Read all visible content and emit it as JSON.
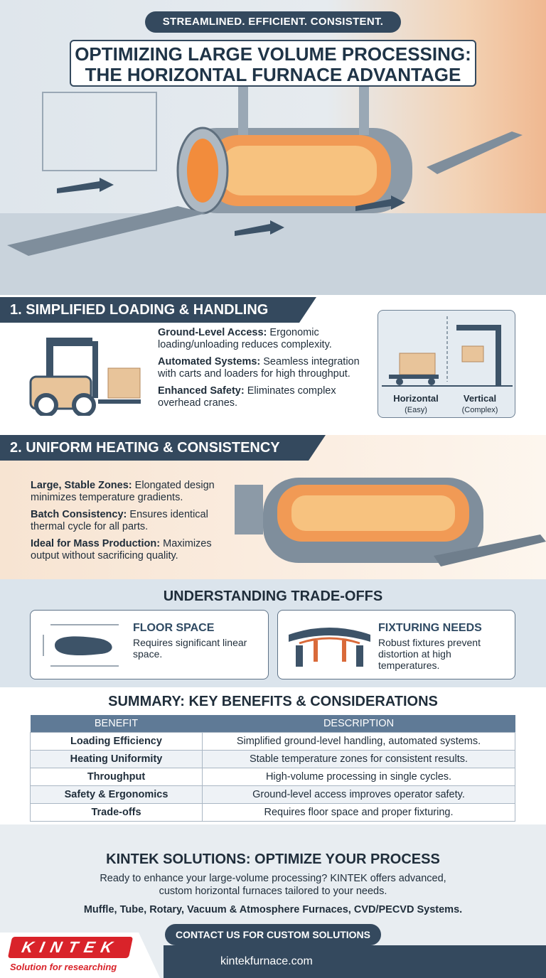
{
  "header": {
    "tagline": "STREAMLINED. EFFICIENT. CONSISTENT.",
    "title_line1": "OPTIMIZING LARGE VOLUME PROCESSING:",
    "title_line2": "THE HORIZONTAL FURNACE ADVANTAGE"
  },
  "section1": {
    "title": "1. SIMPLIFIED LOADING & HANDLING",
    "points": [
      {
        "label": "Ground-Level Access:",
        "text": " Ergonomic loading/unloading reduces complexity."
      },
      {
        "label": "Automated Systems:",
        "text": " Seamless integration with carts and loaders for high throughput."
      },
      {
        "label": "Enhanced Safety:",
        "text": " Eliminates complex overhead cranes."
      }
    ],
    "compare": {
      "left_label": "Horizontal",
      "left_sub": "(Easy)",
      "right_label": "Vertical",
      "right_sub": "(Complex)"
    }
  },
  "section2": {
    "title": "2. UNIFORM HEATING & CONSISTENCY",
    "points": [
      {
        "label": "Large, Stable Zones:",
        "text": " Elongated design minimizes temperature gradients."
      },
      {
        "label": "Batch Consistency:",
        "text": " Ensures identical thermal cycle for all parts."
      },
      {
        "label": "Ideal for Mass Production:",
        "text": " Maximizes output without sacrificing quality."
      }
    ]
  },
  "tradeoffs": {
    "title": "UNDERSTANDING TRADE-OFFS",
    "cards": [
      {
        "title": "FLOOR SPACE",
        "text": "Requires significant linear space.",
        "icon": "footprint-dimension-icon"
      },
      {
        "title": "FIXTURING NEEDS",
        "text": "Robust fixtures prevent distortion at high temperatures.",
        "icon": "bending-beam-icon"
      }
    ]
  },
  "summary": {
    "title": "SUMMARY: KEY BENEFITS & CONSIDERATIONS",
    "columns": [
      "BENEFIT",
      "DESCRIPTION"
    ],
    "rows": [
      [
        "Loading Efficiency",
        "Simplified ground-level handling, automated systems."
      ],
      [
        "Heating Uniformity",
        "Stable temperature zones for consistent results."
      ],
      [
        "Throughput",
        "High-volume processing in single cycles."
      ],
      [
        "Safety & Ergonomics",
        "Ground-level access improves operator safety."
      ],
      [
        "Trade-offs",
        "Requires floor space and proper fixturing."
      ]
    ]
  },
  "footer": {
    "title": "KINTEK SOLUTIONS: OPTIMIZE YOUR PROCESS",
    "text": "Ready to enhance your large-volume processing? KINTEK offers advanced, custom horizontal furnaces tailored to your needs.",
    "products": "Muffle, Tube, Rotary, Vacuum & Atmosphere Furnaces, CVD/PECVD Systems.",
    "cta": "CONTACT US FOR CUSTOM SOLUTIONS",
    "url": "kintekfurnace.com",
    "logo": "KINTEK",
    "logo_slogan": "Solution for researching"
  },
  "colors": {
    "navy": "#34495e",
    "accent": "#e8a06a",
    "brand_red": "#d9232a"
  }
}
